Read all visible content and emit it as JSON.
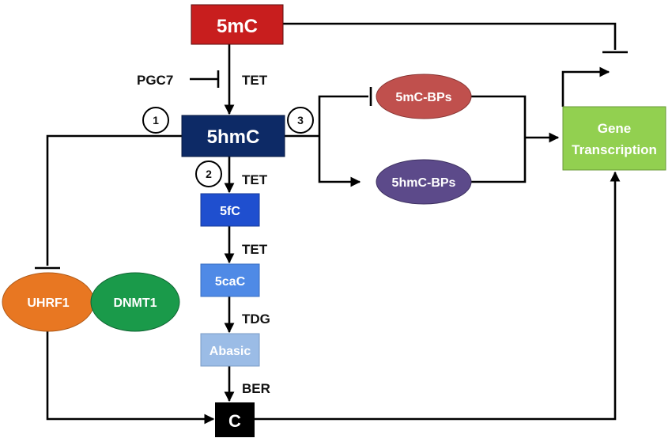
{
  "nodes": {
    "m5c": "5mC",
    "hm5c": "5hmC",
    "f5c": "5fC",
    "ca5c": "5caC",
    "abasic": "Abasic",
    "c": "C",
    "mcbps": "5mC-BPs",
    "hmcbps": "5hmC-BPs",
    "gene_line1": "Gene",
    "gene_line2": "Transcription",
    "uhrf1": "UHRF1",
    "dnmt1": "DNMT1"
  },
  "edge_labels": {
    "pgc7": "PGC7",
    "tet_1": "TET",
    "tet_2": "TET",
    "tet_3": "TET",
    "tdg": "TDG",
    "ber": "BER"
  },
  "pathway_numbers": [
    "1",
    "2",
    "3"
  ],
  "colors": {
    "m5c": "#c81e1e",
    "hm5c": "#0d2a66",
    "f5c": "#1f4fcf",
    "ca5c": "#4f8ae6",
    "abasic": "#9bbce6",
    "c": "#000000",
    "mcbps": "#c0504d",
    "hmcbps": "#5c4a8a",
    "gene": "#92d050",
    "uhrf1": "#e87722",
    "dnmt1": "#1a9a4a"
  }
}
